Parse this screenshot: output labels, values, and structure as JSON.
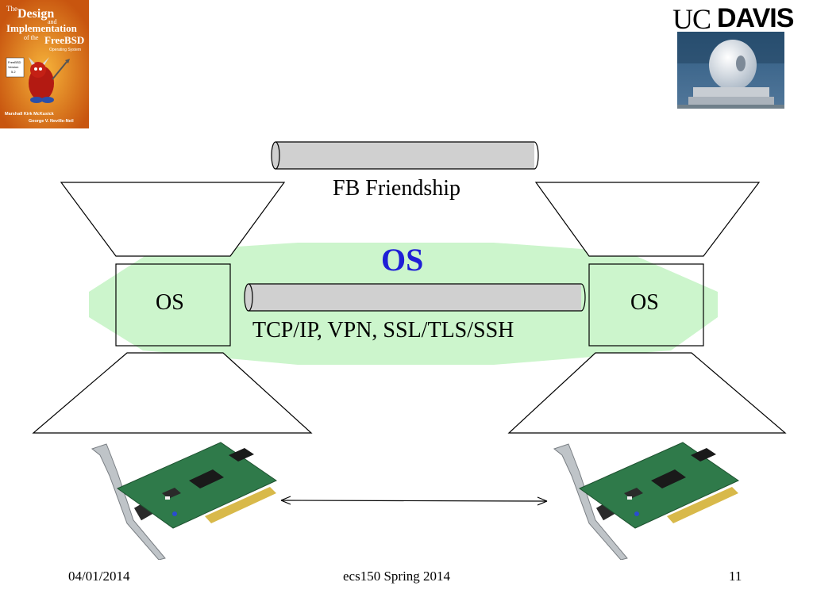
{
  "book_cover": {
    "title_line1": "The",
    "title_line2": "Design",
    "title_line3": "and",
    "title_line4": "Implementation",
    "title_line5": "of the",
    "title_line6": "FreeBSD",
    "subtitle": "Operating System",
    "badge_lines": [
      "FreeBSD",
      "Version",
      "5.2"
    ],
    "authors_line1": "Marshall Kirk McKusick",
    "authors_line2": "George V. Neville-Neil"
  },
  "logo": {
    "text_uc": "UC",
    "text_davis": "DAVIS"
  },
  "diagram": {
    "top_pipe_label": "FB Friendship",
    "cloud_label": "OS",
    "left_os_label": "OS",
    "right_os_label": "OS",
    "middle_pipe_label": "TCP/IP, VPN, SSL/TLS/SSH",
    "colors": {
      "cloud_fill": "#ccf5cc",
      "pipe_fill": "#d0d0d0",
      "os_text": "#1f1fd6"
    },
    "icons": [
      "network-card-left-image",
      "network-card-right-image",
      "double-arrow-icon"
    ]
  },
  "footer": {
    "date": "04/01/2014",
    "course": "ecs150 Spring 2014",
    "page": "11"
  }
}
